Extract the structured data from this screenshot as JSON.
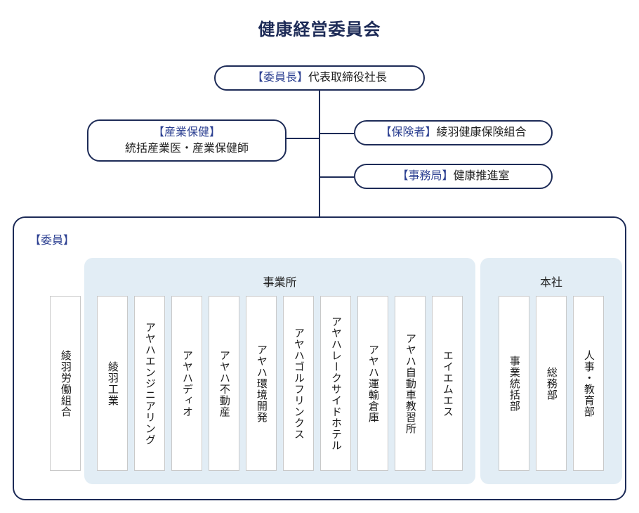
{
  "title": "健康経営委員会",
  "nodes": {
    "chair": {
      "tag": "【委員長】",
      "body": "代表取締役社長"
    },
    "occupational_health": {
      "tag": "【産業保健】",
      "body": "統括産業医・産業保健師"
    },
    "insurer": {
      "tag": "【保険者】",
      "body": "綾羽健康保険組合"
    },
    "secretariat": {
      "tag": "【事務局】",
      "body": "健康推進室"
    }
  },
  "members": {
    "label": "【委員】",
    "union": {
      "name": "綾羽労働組合"
    },
    "groups": [
      {
        "id": "offices",
        "title": "事業所",
        "units": [
          {
            "name": "綾羽工業"
          },
          {
            "name": "アヤハエンジニアリング"
          },
          {
            "name": "アヤハディオ"
          },
          {
            "name": "アヤハ不動産"
          },
          {
            "name": "アヤハ環境開発"
          },
          {
            "name": "アヤハゴルフリンクス"
          },
          {
            "name": "アヤハレークサイドホテル"
          },
          {
            "name": "アヤハ運輸倉庫"
          },
          {
            "name": "アヤハ自動車教習所"
          },
          {
            "name": "エイエムエス"
          }
        ]
      },
      {
        "id": "hq",
        "title": "本社",
        "units": [
          {
            "name": "事業統括部"
          },
          {
            "name": "総務部"
          },
          {
            "name": "人事・教育部"
          }
        ]
      }
    ]
  },
  "colors": {
    "navy": "#1d2b57",
    "tag_blue": "#2b3f91",
    "panel_blue": "#e2edf5",
    "box_border_gray": "#c9c9c9",
    "text_dark": "#1a1a1a"
  }
}
